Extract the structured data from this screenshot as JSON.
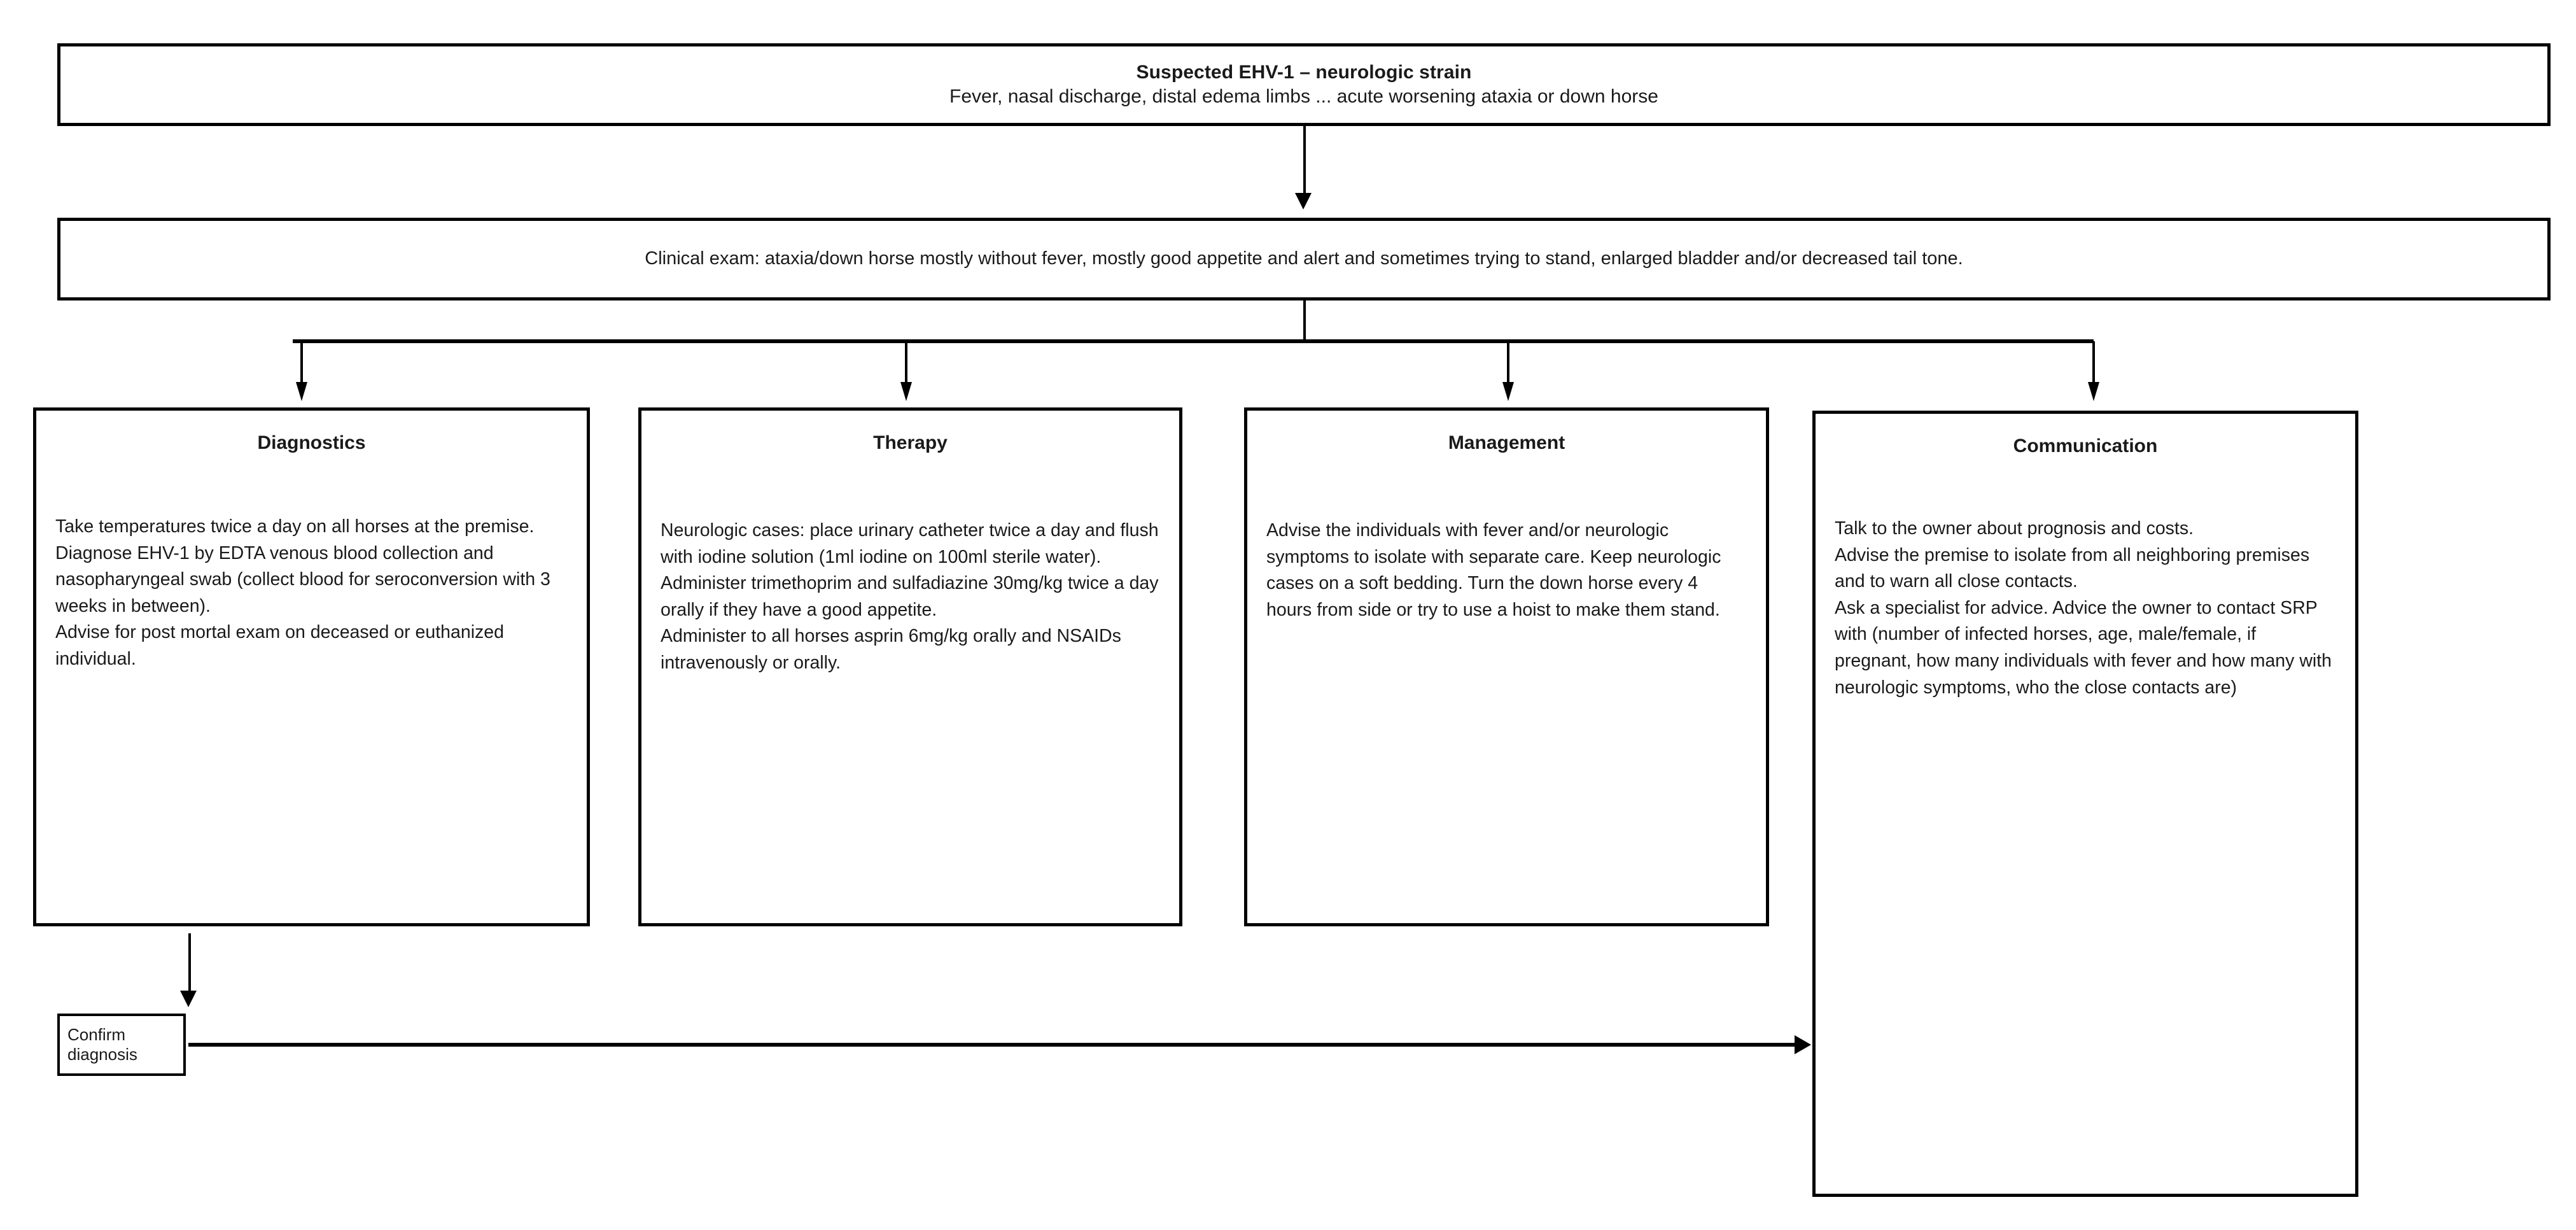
{
  "diagram": {
    "title_box": {
      "heading": "Suspected EHV-1 – neurologic  strain",
      "subheading": "Fever, nasal discharge, distal edema limbs ... acute worsening ataxia or down horse"
    },
    "clinical_exam_box": {
      "text": "Clinical exam: ataxia/down horse mostly without fever, mostly good appetite and alert and sometimes trying to stand, enlarged bladder and/or decreased tail tone."
    },
    "columns": [
      {
        "title": "Diagnostics",
        "body_part1": "Take temperatures twice a day on all horses at the premise.\nDiagnose EHV-1 by EDTA venous blood collection and nasopharyngeal swab (collect blood for seroconversion with 3 weeks in between).",
        "body_part2": "Advise for post mortal exam on deceased or euthanized individual."
      },
      {
        "title": "Therapy",
        "body_part1": "Neurologic cases: place urinary catheter twice a day and flush with iodine solution (1ml iodine on 100ml sterile water).\nAdminister trimethoprim and sulfadiazine 30mg/kg twice a day orally if they have a good appetite.\nAdminister to all horses asprin 6mg/kg orally and NSAIDs intravenously or orally.",
        "body_part2": ""
      },
      {
        "title": "Management",
        "body_part1": "Advise the individuals with fever and/or neurologic symptoms to isolate with separate care. Keep neurologic cases on a soft bedding. Turn the down horse every 4 hours from side or try to use a hoist to make them stand.",
        "body_part2": ""
      },
      {
        "title": "Communication",
        "body_part1": "Talk to the owner about prognosis and costs.\nAdvise the premise to isolate from all neighboring premises and to warn all close contacts.\nAsk a specialist for advice. Advice the owner to contact SRP with (number of infected horses, age, male/female, if pregnant, how many individuals with fever and how many with neurologic symptoms, who the close contacts are)",
        "body_part2": ""
      }
    ],
    "confirm_box": {
      "label": "Confirm diagnosis"
    },
    "colors": {
      "stroke": "#000000",
      "background": "#ffffff",
      "text": "#1a1a1a"
    }
  }
}
